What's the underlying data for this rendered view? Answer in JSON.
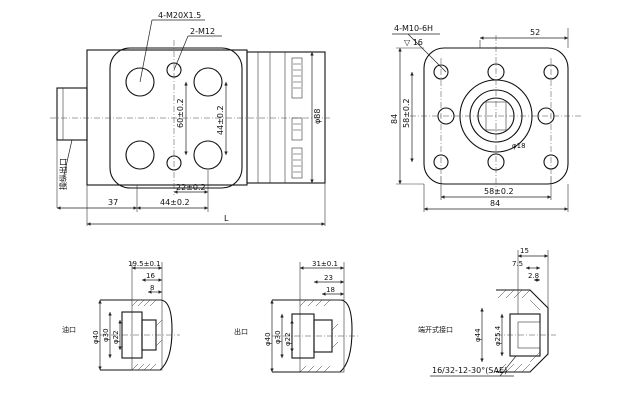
{
  "front_view": {
    "thread_ports": "4-M20X1.5",
    "thread_small": "2-M12",
    "dim_vertical_inner": "60±0.2",
    "dim_vertical_outer": "44±0.2",
    "dim_diameter": "φ88",
    "dim_bottom_small": "22±0.2",
    "dim_left": "37",
    "dim_middle": "44±0.2",
    "dim_total": "L",
    "label_port": "操纵出口"
  },
  "side_view": {
    "thread": "4-M10-6H",
    "depth": "▽ 16",
    "dim_top": "52",
    "dim_left_height": "84",
    "dim_left_inner": "58±0.2",
    "dim_bottom_inner": "58±0.2",
    "dim_bottom_total": "84",
    "spline_label": "φ18"
  },
  "detail_left": {
    "label": "油口",
    "dim_top": "19.5±0.1",
    "dim_mid": "16",
    "dim_small": "8",
    "dim_d1": "φ40",
    "dim_d2": "φ30",
    "dim_d3": "φ22"
  },
  "detail_middle": {
    "label": "出口",
    "dim_top": "31±0.1",
    "dim_mid": "23",
    "dim_small": "18",
    "dim_d1": "φ40",
    "dim_d2": "φ30",
    "dim_d3": "φ22"
  },
  "detail_right": {
    "label": "端开式接口",
    "dim_top": "15",
    "dim_a": "7.5",
    "dim_b": "2.8",
    "dim_d1": "φ44",
    "dim_d2": "φ25.4",
    "thread_note": "16/32-12-30°(SAE)"
  }
}
